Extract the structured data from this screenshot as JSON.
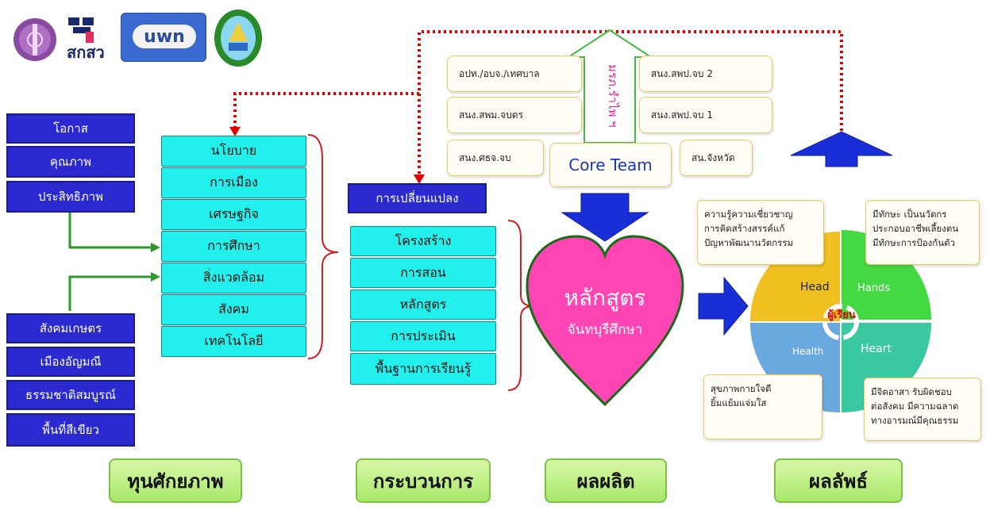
{
  "logos": {
    "logo2_text": "สกสว",
    "logo3_text": "uwn"
  },
  "capital": {
    "top_items": [
      "โอกาส",
      "คุณภาพ",
      "ประสิทธิภาพ"
    ],
    "bottom_items": [
      "สังคมเกษตร",
      "เมืองอัญมณี",
      "ธรรมชาติสมบูรณ์",
      "พื้นที่สีเขียว"
    ],
    "middle_items": [
      "นโยบาย",
      "การเมือง",
      "เศรษฐกิจ",
      "การศึกษา",
      "สิ่งแวดล้อม",
      "สังคม",
      "เทคโนโลยี"
    ],
    "label": "ทุนศักยภาพ"
  },
  "process": {
    "header": "การเปลี่ยนแปลง",
    "items": [
      "โครงสร้าง",
      "การสอน",
      "หลักสูตร",
      "การประเมิน",
      "พื้นฐานการเรียนรู้"
    ],
    "label": "กระบวนการ"
  },
  "product": {
    "partners_left": [
      "อปท./อบจ./เทศบาล",
      "สนง.สพม.จบตร",
      "สนง.ศธจ.จบ"
    ],
    "partners_right": [
      "สนง.สพป.จบ 2",
      "สนง.สพป.จบ 1",
      "สน.จังหวัด"
    ],
    "vertical_text": "มรภ.รำไพ ฯ",
    "core_team": "Core Team",
    "heart_title": "หลักสูตร",
    "heart_subtitle": "จันทบุรีศึกษา",
    "label": "ผลผลิต"
  },
  "outcome": {
    "quadrants": {
      "head": "Head",
      "hands": "Hands",
      "health": "Health",
      "heart": "Heart"
    },
    "center": "ผู้เรียน",
    "note_head": [
      "ความรู้ความเชี่ยวชาญ",
      "การคิดสร้างสรรค์แก้",
      "ปัญหาพัฒนานวัตกรรม"
    ],
    "note_hands": [
      "มีทักษะ เป็นนวัตกร",
      "ประกอบอาชีพเลี้ยงตน",
      "มีทักษะการป้องกันตัว"
    ],
    "note_health": [
      "สุขภาพกายใจดี",
      "ยิ้มแย้มแจ่มใส"
    ],
    "note_heart": [
      "มีจิตอาสา รับผิดชอบ",
      "ต่อสังคม มีความฉลาด",
      "ทางอารมณ์มีคุณธรรม"
    ],
    "label": "ผลลัพธ์"
  },
  "colors": {
    "navy": "#2a2ad0",
    "cyan": "#22f0ec",
    "heart": "#ff44b4",
    "arrow_blue": "#1a2ed8",
    "dotted_red": "#e00000",
    "connector_green": "#2a9a2a",
    "bracket_red": "#d02020",
    "quad_head": "#f0c020",
    "quad_hands": "#44d844",
    "quad_health": "#6aa8e0",
    "quad_heart": "#3ac8a0"
  }
}
